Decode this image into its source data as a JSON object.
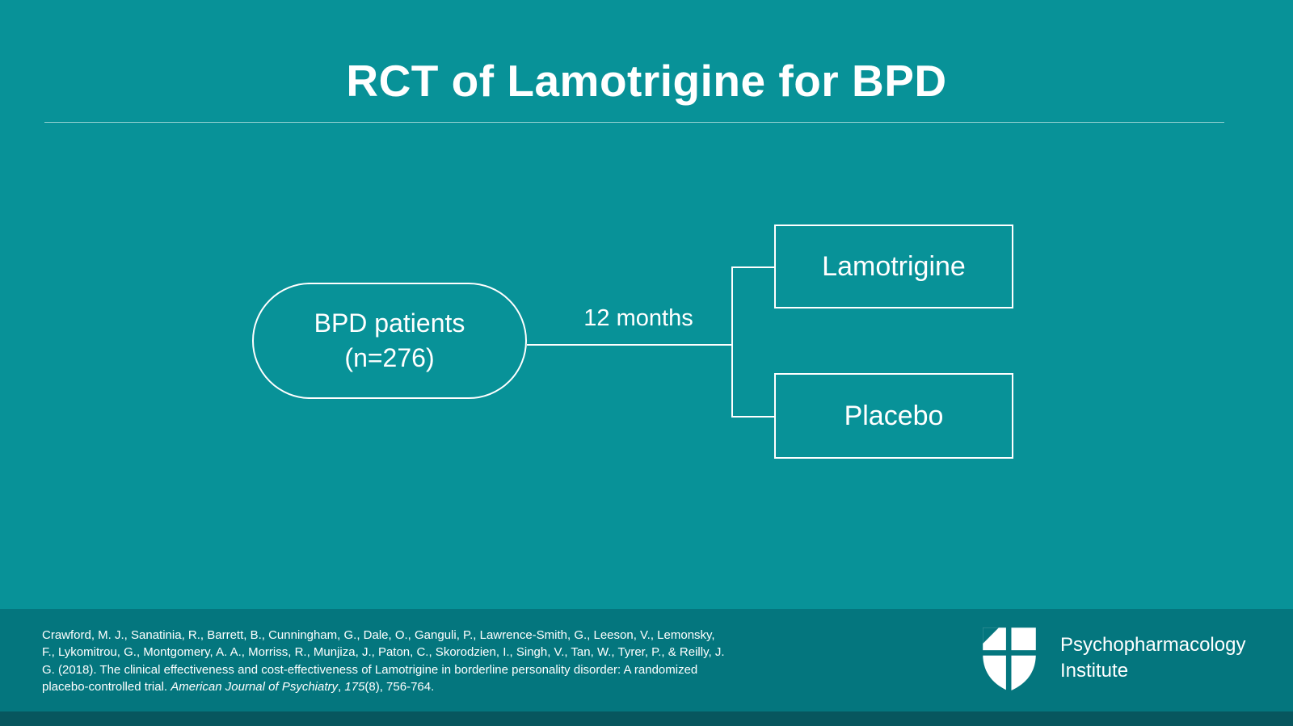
{
  "slide": {
    "title": "RCT of Lamotrigine for BPD"
  },
  "diagram": {
    "source": {
      "line1": "BPD patients",
      "line2": "(n=276)"
    },
    "edge_label": "12 months",
    "branches": [
      "Lamotrigine",
      "Placebo"
    ]
  },
  "footer": {
    "citation": {
      "text1": "Crawford, M. J., Sanatinia, R., Barrett, B., Cunningham, G., Dale, O., Ganguli, P., Lawrence-Smith, G., Leeson, V., Lemonsky, F., Lykomitrou, G., Montgomery, A. A., Morriss, R., Munjiza, J., Paton, C., Skorodzien, I., Singh, V., Tan, W., Tyrer, P., & Reilly, J. G. (2018). The clinical effectiveness and cost-effectiveness of Lamotrigine in borderline personality disorder: A randomized placebo-controlled trial. ",
      "journal": "American Journal of Psychiatry",
      "text2": ", ",
      "volume": "175",
      "text3": "(8), 756-764."
    },
    "logo": {
      "line1": "Psychopharmacology",
      "line2": "Institute"
    }
  },
  "colors": {
    "background": "#089298",
    "footer_background": "#04767e",
    "bottom_strip": "#07565e",
    "text": "#ffffff"
  }
}
